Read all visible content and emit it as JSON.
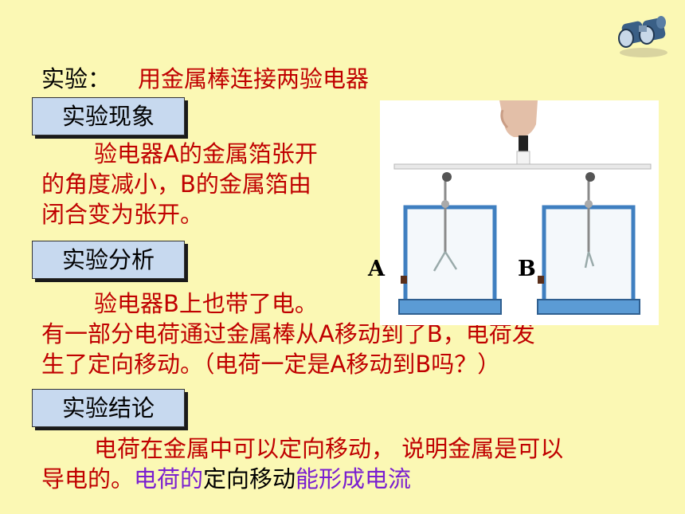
{
  "title": {
    "prefix": "实验：",
    "text": "用金属棒连接两验电器"
  },
  "sections": {
    "phenomenon": {
      "label": "实验现象",
      "lines": [
        "验电器A的金属箔张开",
        "的角度减小，B的金属箔由",
        "闭合变为张开。"
      ]
    },
    "analysis": {
      "label": "实验分析",
      "lines": [
        "验电器B上也带了电。",
        "有一部分电荷通过金属棒从A移动到了B，电荷发",
        "生了定向移动。（电荷一定是A移动到B吗？）"
      ]
    },
    "conclusion": {
      "label": "实验结论",
      "line1": "电荷在金属中可以定向移动， 说明金属是可以",
      "line2_a": "导电的。",
      "line2_b": "电荷的",
      "line2_c": "定向移动",
      "line2_d": "能形成电流"
    }
  },
  "figure": {
    "label_a": "A",
    "label_b": "B"
  },
  "icons": {
    "corner": "binoculars-icon"
  },
  "colors": {
    "background": "#fbf8b4",
    "text_red": "#c00000",
    "text_purple": "#7a1fd0",
    "label_fill": "#c7d9ef"
  }
}
